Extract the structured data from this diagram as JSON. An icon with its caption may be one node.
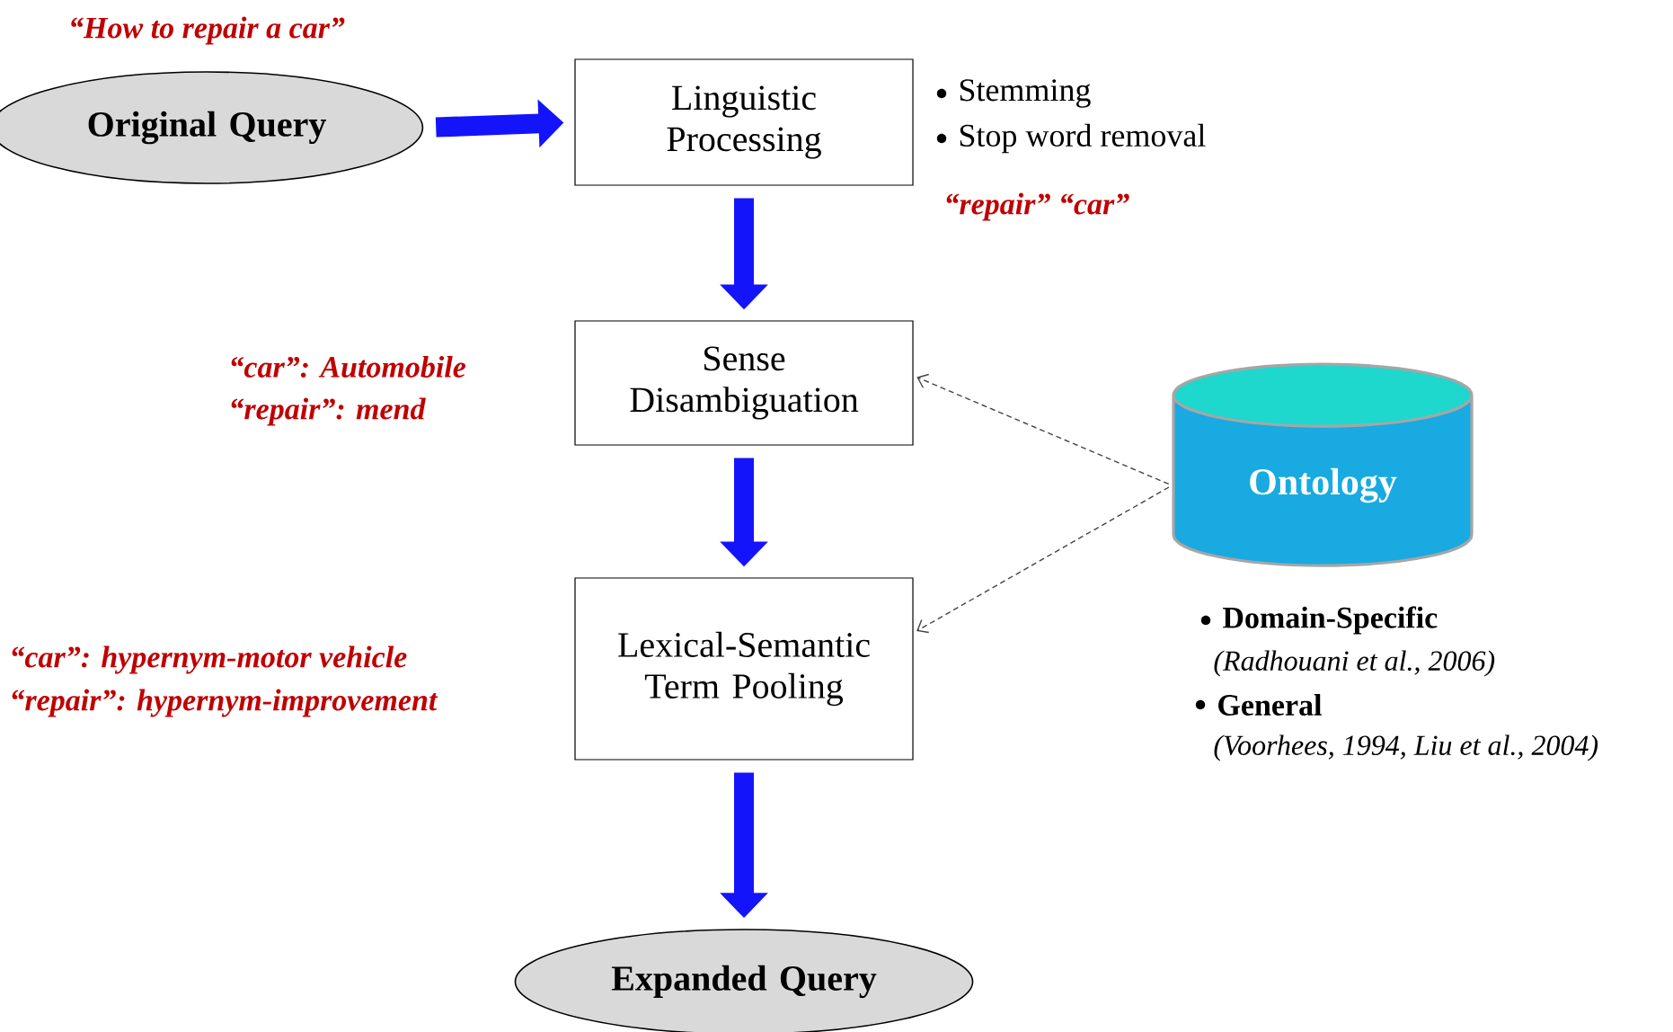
{
  "diagram": {
    "nodes": [
      {
        "text": [
          "Original Query"
        ]
      },
      {
        "text": [
          "Linguistic Processing"
        ]
      },
      {
        "text": [
          "Sense Disambiguation"
        ]
      },
      {
        "text": [
          "Lexical-Semantic Term Pooling"
        ]
      },
      {
        "text": [
          "Expanded Query"
        ]
      },
      {
        "text": [
          "Ontology"
        ]
      }
    ],
    "edges": [
      {
        "from": 0,
        "to": 1,
        "arrow": "to"
      },
      {
        "from": 1,
        "to": 2,
        "arrow": "to"
      },
      {
        "from": 2,
        "to": 3,
        "arrow": "to"
      },
      {
        "from": 3,
        "to": 4,
        "arrow": "to"
      },
      {
        "from": 5,
        "to": 2,
        "arrow": "to",
        "style": "dashed",
        "color": "#444444"
      },
      {
        "from": 5,
        "to": 3,
        "arrow": "to",
        "style": "dashed",
        "color": "#444444"
      }
    ],
    "labels": [
      "“How to repair a car”",
      "Stemming",
      "Stop word removal",
      "“repair”  “car”",
      "“car”: Automobile",
      "“repair”: mend",
      "“car”:  hypernym-motor vehicle",
      "“repair”: hypernym-improvement",
      "Domain-Specific",
      "(Radhouani et al., 2006)",
      "General",
      "(Voorhees, 1994, Liu et al., 2004)"
    ]
  }
}
